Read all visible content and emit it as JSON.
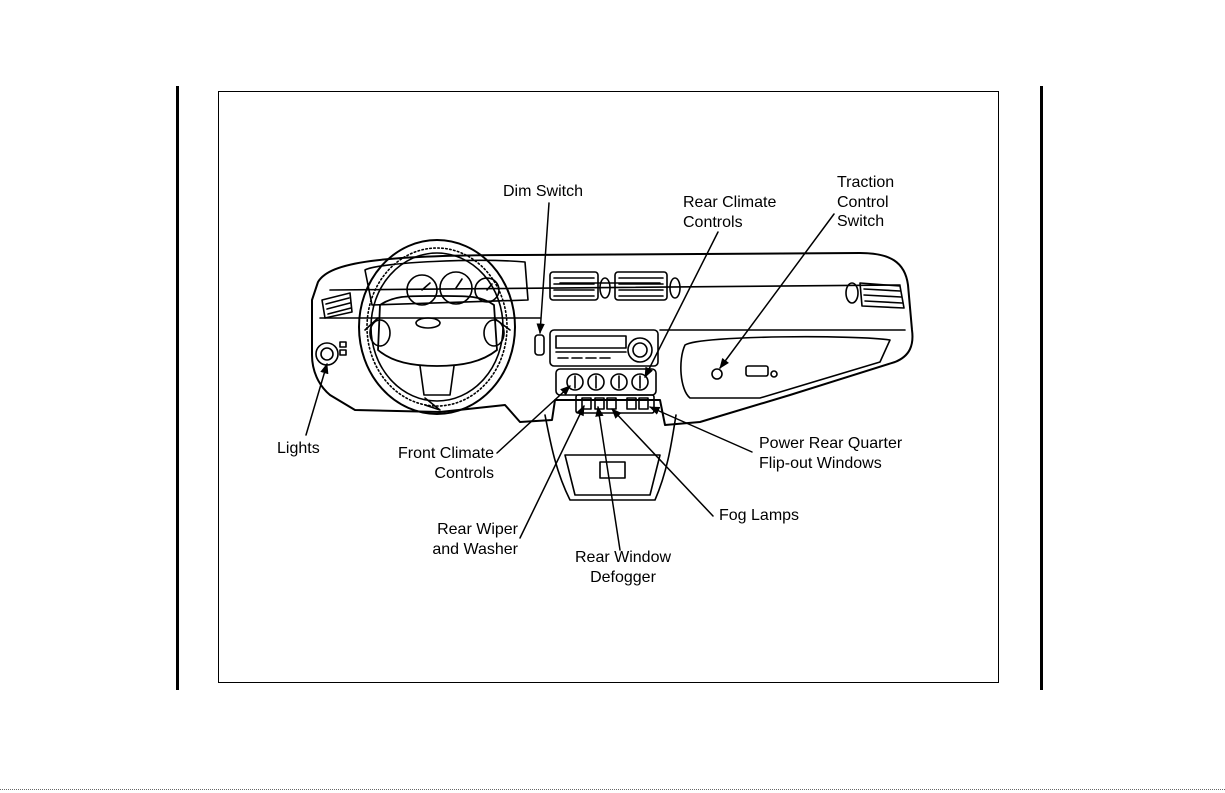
{
  "figure": {
    "callouts": {
      "dim_switch": "Dim Switch",
      "rear_climate": "Rear Climate\nControls",
      "traction": "Traction\nControl\nSwitch",
      "lights": "Lights",
      "front_climate": "Front Climate\nControls",
      "power_rear_quarter": "Power Rear Quarter\nFlip-out Windows",
      "fog_lamps": "Fog Lamps",
      "rear_wiper": "Rear Wiper\nand Washer",
      "rear_defogger": "Rear Window\nDefogger"
    }
  }
}
